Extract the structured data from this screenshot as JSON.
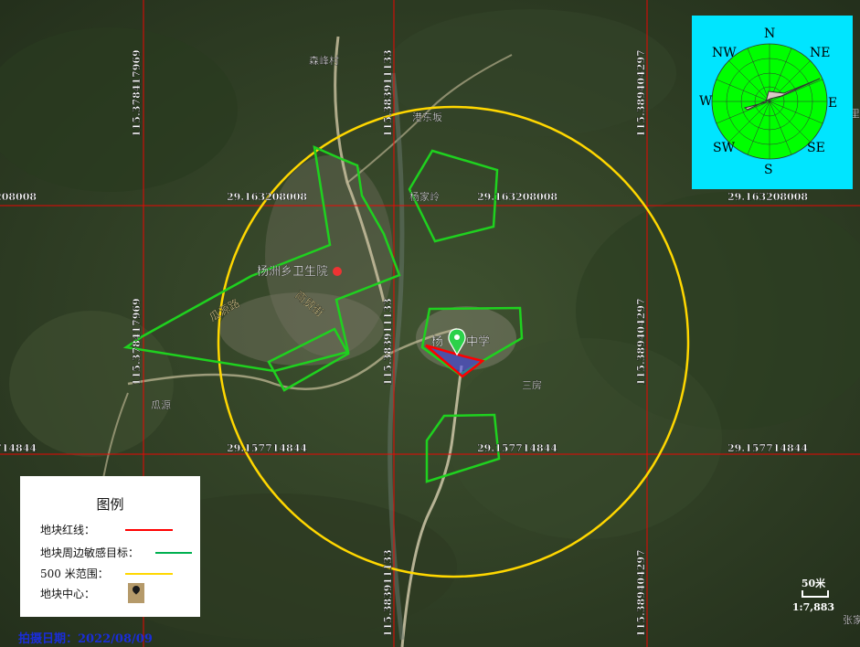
{
  "map": {
    "place_labels": [
      "森峰村",
      "港东坂",
      "杨家岭",
      "杨洲乡卫生院",
      "瓜源路",
      "商贸街",
      "杨",
      "中学",
      "三房",
      "瓜源",
      "张家",
      "里"
    ],
    "grid": {
      "lat_top": "29.163208008",
      "lat_bottom": "29.157714844",
      "lon_left": "115.378417969",
      "lon_mid": "115.383911133",
      "lon_right": "115.389404297"
    },
    "wind_rose": {
      "labels": [
        "N",
        "NE",
        "E",
        "SE",
        "S",
        "SW",
        "W",
        "NW"
      ],
      "background": "#00e5ff",
      "ring_color": "#00ff00",
      "dominant_direction": "ENE"
    },
    "legend": {
      "title": "图例",
      "items": [
        {
          "label": "地块红线：",
          "color": "#ff0000"
        },
        {
          "label": "地块周边敏感目标：",
          "color": "#00b050"
        },
        {
          "label": "500 米范围：",
          "color": "#ffd700"
        },
        {
          "label": "地块中心：",
          "icon": "map-pin-icon"
        }
      ]
    },
    "scale": {
      "bar_label": "50米",
      "ratio": "1:7,883"
    },
    "capture_date": "拍摄日期：2022/08/09",
    "colors": {
      "grid": "#ff0000",
      "sensitive": "#00ff00",
      "boundary": "#ff0000",
      "range": "#ffd700"
    }
  }
}
